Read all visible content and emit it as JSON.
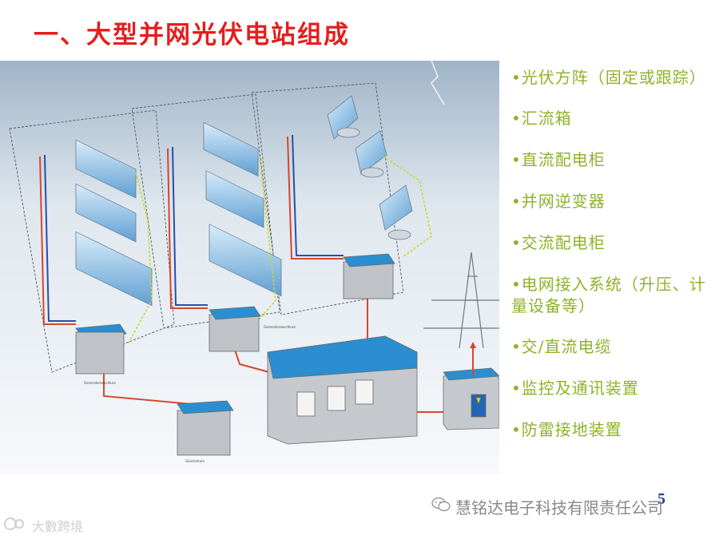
{
  "slide": {
    "title": "一、大型并网光伏电站组成",
    "page_number": "5"
  },
  "components": [
    "•光伏方阵（固定或跟踪）",
    "•汇流箱",
    "•直流配电柜",
    "•并网逆变器",
    "•交流配电柜",
    "•电网接入系统（升压、计量设备等）",
    "•交/直流电缆",
    "•监控及通讯装置",
    "•防雷接地装置"
  ],
  "watermarks": {
    "wechat_account": "慧铭达电子科技有限责任公司",
    "site_mark": "大數跨境"
  },
  "colors": {
    "title": "#e41e1e",
    "bullet_text": "#8fb22a",
    "roof_blue": "#2a8ed0",
    "dc_red": "#d8462c",
    "dc_blue": "#2a4fa8",
    "bonding_green": "#c9d62a"
  },
  "icons": [
    "wechat-icon",
    "site-logo-icon"
  ]
}
